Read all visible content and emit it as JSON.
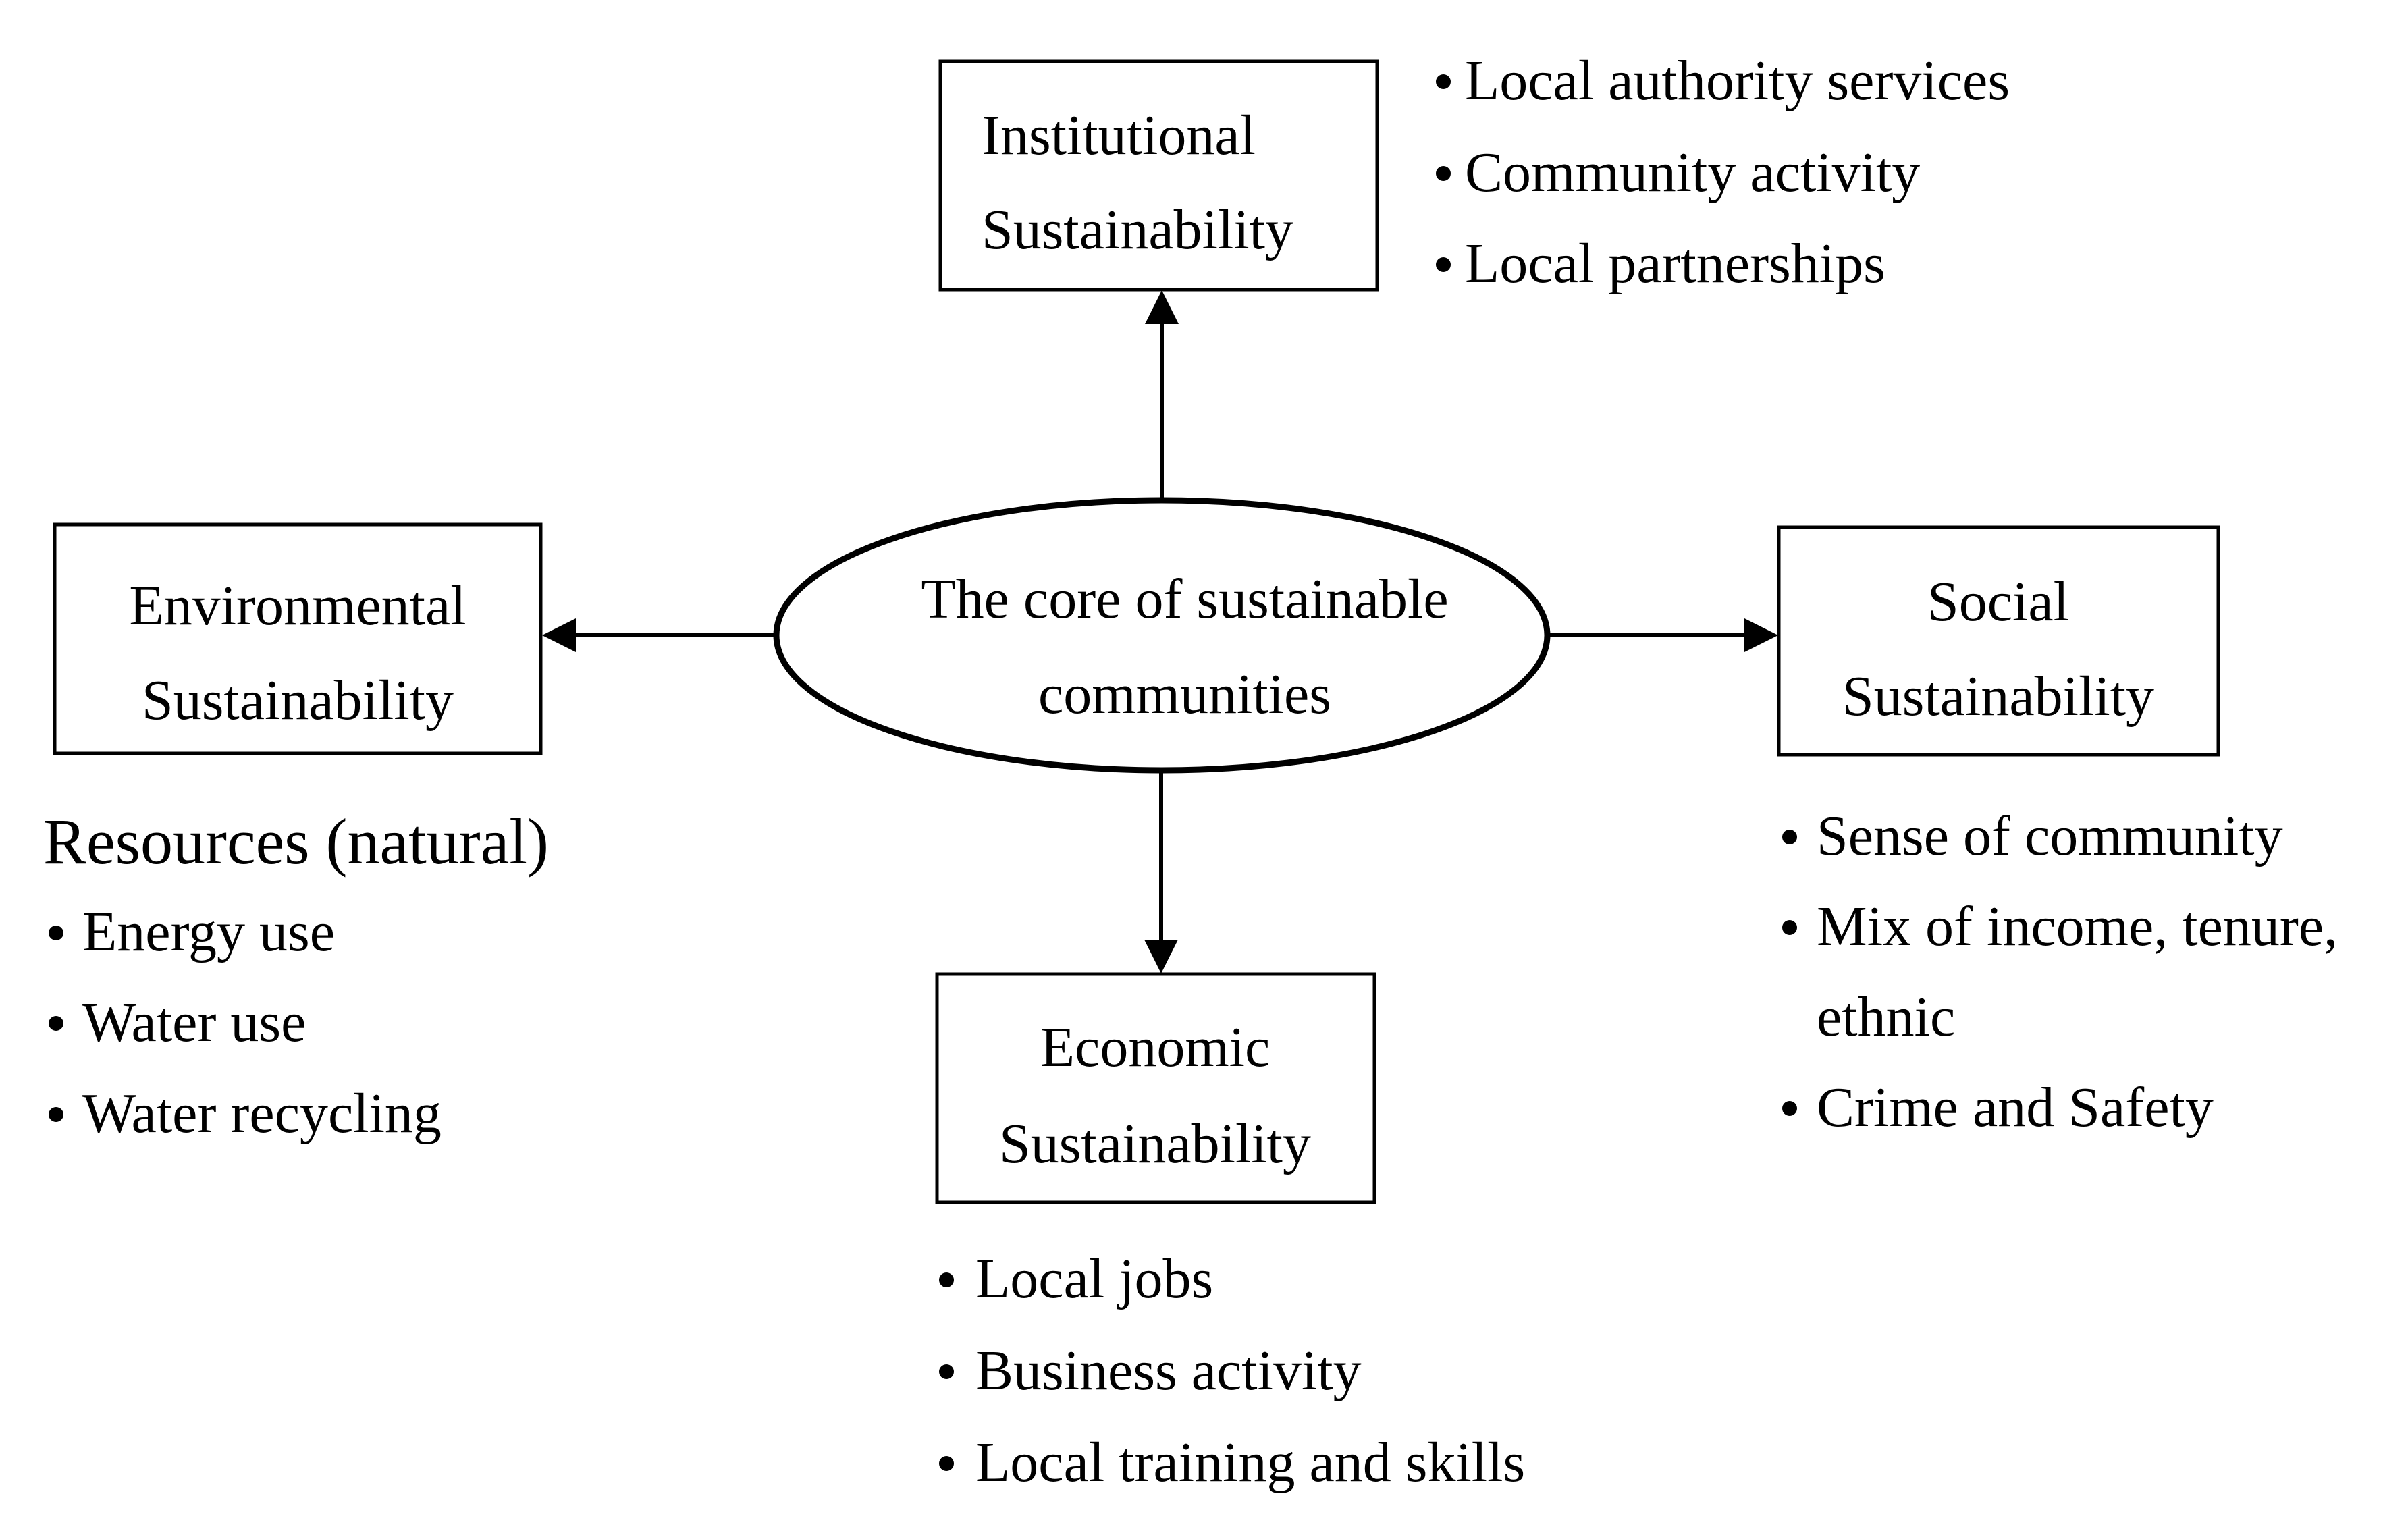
{
  "diagram": {
    "center": {
      "line1": "The core of sustainable",
      "line2": "communities"
    },
    "institutional": {
      "title_line1": "Institutional",
      "title_line2": "Sustainability",
      "bullets": [
        "Local authority services",
        "Community activity",
        "Local partnerships"
      ]
    },
    "environmental": {
      "title_line1": "Environmental",
      "title_line2": "Sustainability",
      "heading": "Resources (natural)",
      "bullets": [
        "Energy use",
        "Water use",
        "Water recycling"
      ]
    },
    "social": {
      "title_line1": "Social",
      "title_line2": "Sustainability",
      "bullets": [
        "Sense of community",
        "Mix of income, tenure,",
        "ethnic",
        "Crime and Safety"
      ]
    },
    "economic": {
      "title_line1": "Economic",
      "title_line2": "Sustainability",
      "bullets": [
        "Local jobs",
        "Business activity",
        "Local training and skills"
      ]
    },
    "bullet_glyph": "•",
    "colors": {
      "stroke": "#000000",
      "background": "#ffffff",
      "text": "#000000"
    }
  }
}
